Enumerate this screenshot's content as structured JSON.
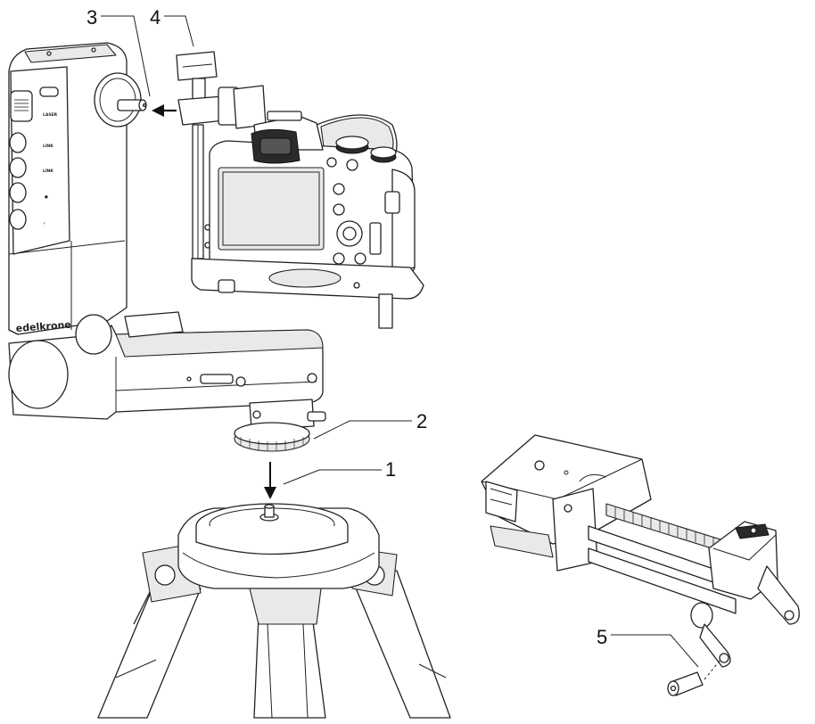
{
  "brand_text": "edelkrone",
  "button_labels": [
    "LASER",
    "LINK",
    "LINK",
    "●",
    "⚡"
  ],
  "callouts": [
    {
      "id": "c1",
      "text": "1"
    },
    {
      "id": "c2",
      "text": "2"
    },
    {
      "id": "c3",
      "text": "3"
    },
    {
      "id": "c4",
      "text": "4"
    },
    {
      "id": "c5",
      "text": "5"
    }
  ]
}
